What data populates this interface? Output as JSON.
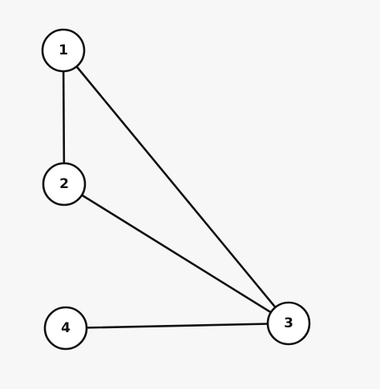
{
  "graph": {
    "nodes": [
      {
        "id": "1",
        "label": "1"
      },
      {
        "id": "2",
        "label": "2"
      },
      {
        "id": "3",
        "label": "3"
      },
      {
        "id": "4",
        "label": "4"
      }
    ],
    "edges": [
      {
        "from": "1",
        "to": "2"
      },
      {
        "from": "1",
        "to": "3"
      },
      {
        "from": "2",
        "to": "3"
      },
      {
        "from": "4",
        "to": "3"
      }
    ],
    "colors": {
      "background": "#f7f7f7",
      "node_fill": "#ffffff",
      "stroke": "#111111"
    }
  }
}
